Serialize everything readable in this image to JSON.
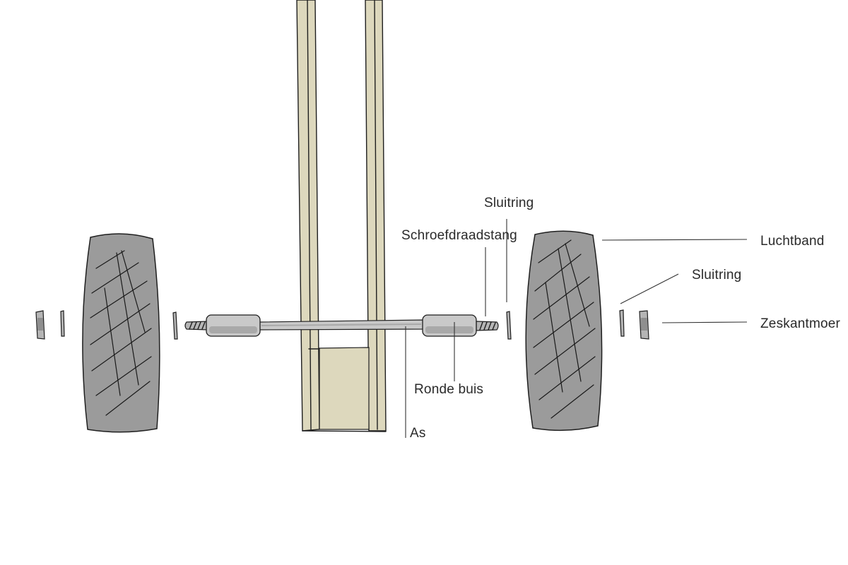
{
  "colors": {
    "wood": "#ddd8bd",
    "wood_dark": "#cfc9a8",
    "tire": "#9b9b9b",
    "tire_dark": "#8a8a8a",
    "metal": "#c9c9c9",
    "metal_dark": "#a9a9a9",
    "ink": "#1f1f1f"
  },
  "labels": {
    "sluitring_top": "Sluitring",
    "schroefdraadstang": "Schroefdraadstang",
    "luchtband": "Luchtband",
    "sluitring_right": "Sluitring",
    "zeskantmoer": "Zeskantmoer",
    "ronde_buis": "Ronde buis",
    "as": "As"
  }
}
